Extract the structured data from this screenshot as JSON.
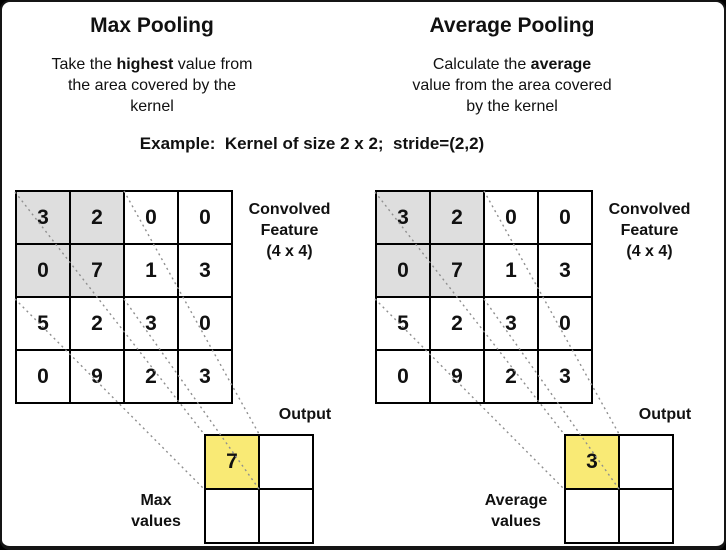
{
  "page": {
    "example_caption": "Example:  Kernel of size 2 x 2;  stride=(2,2)"
  },
  "colors": {
    "shaded_cell": "#dedede",
    "highlight_cell": "#f9ea75",
    "dashed_line": "#8f8f8f",
    "text": "#111111"
  },
  "panels": [
    {
      "title": "Max Pooling",
      "description": {
        "line1_pre": "Take the ",
        "line1_bold": "highest",
        "line1_post": " value from",
        "line2": "the area covered by the",
        "line3": "kernel"
      },
      "grid": {
        "label_line1": "Convolved",
        "label_line2": "Feature",
        "label_line3": "(4 x 4)",
        "rows": [
          [
            "3",
            "2",
            "0",
            "0"
          ],
          [
            "0",
            "7",
            "1",
            "3"
          ],
          [
            "5",
            "2",
            "3",
            "0"
          ],
          [
            "0",
            "9",
            "2",
            "3"
          ]
        ],
        "shaded_block": "top-left 2x2 kernel window"
      },
      "output": {
        "label": "Output",
        "value": "7",
        "caption_line1": "Max",
        "caption_line2": "values"
      }
    },
    {
      "title": "Average Pooling",
      "description": {
        "line1_pre": "Calculate the ",
        "line1_bold": "average",
        "line1_post": "",
        "line2": "value from the area covered",
        "line3": "by the kernel"
      },
      "grid": {
        "label_line1": "Convolved",
        "label_line2": "Feature",
        "label_line3": "(4 x 4)",
        "rows": [
          [
            "3",
            "2",
            "0",
            "0"
          ],
          [
            "0",
            "7",
            "1",
            "3"
          ],
          [
            "5",
            "2",
            "3",
            "0"
          ],
          [
            "0",
            "9",
            "2",
            "3"
          ]
        ],
        "shaded_block": "top-left 2x2 kernel window"
      },
      "output": {
        "label": "Output",
        "value": "3",
        "caption_line1": "Average",
        "caption_line2": "values"
      }
    }
  ]
}
